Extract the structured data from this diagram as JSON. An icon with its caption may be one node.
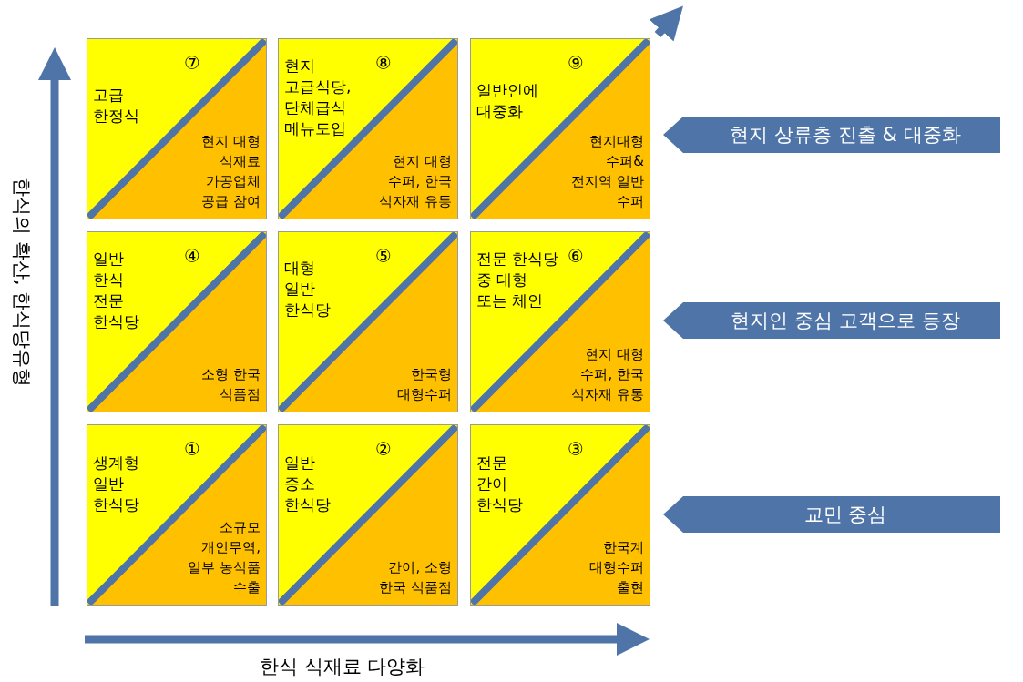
{
  "diagram": {
    "nodes": [
      {
        "text": [
          "고급 한정식",
          "⑦",
          "현지 대형 식재료 가공업체 공급 참여"
        ]
      },
      {
        "text": [
          "현지 고급식당, 단체급식 메뉴도입",
          "⑧",
          "현지 대형 수퍼, 한국 식자재 유통"
        ]
      },
      {
        "text": [
          "일반인에 대중화",
          "⑨",
          "현지대형 수퍼&전지역 일반 수퍼"
        ]
      },
      {
        "text": [
          "일반 한식 전문 한식당",
          "④",
          "소형 한국 식품점"
        ]
      },
      {
        "text": [
          "대형 일반 한식당",
          "⑤",
          "한국형 대형수퍼"
        ]
      },
      {
        "text": [
          "전문 한식당 중 대형 또는 체인",
          "⑥",
          "현지 대형 수퍼, 한국 식자재 유통"
        ]
      },
      {
        "text": [
          "생계형 일반 한식당",
          "①",
          "소규모 개인무역, 일부 농식품 수출"
        ]
      },
      {
        "text": [
          "일반 중소 한식당",
          "②",
          "간이, 소형 한국 식품점"
        ]
      },
      {
        "text": [
          "전문 간이 한식당",
          "③",
          "한국계 대형수퍼 출현"
        ]
      },
      {
        "text": [
          "현지 상류층 진출 & 대중화"
        ]
      },
      {
        "text": [
          "현지인 중심 고객으로 등장"
        ]
      },
      {
        "text": [
          "교민 중심"
        ]
      }
    ],
    "edges": [],
    "labels": [
      "한식의 확산, 한식당유형",
      "한식 식재료 다양화"
    ]
  }
}
